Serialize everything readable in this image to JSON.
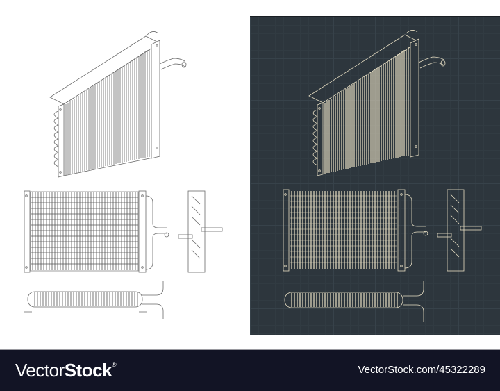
{
  "image": {
    "subject": "Radiator heat exchanger blueprint drawings",
    "panels": [
      {
        "name": "light",
        "background": "#ffffff",
        "line_color": "#6a6a6a",
        "views": [
          "isometric",
          "front",
          "side",
          "top"
        ]
      },
      {
        "name": "dark",
        "background": "#2d363d",
        "line_color": "#e8dfc4",
        "grid_color": "#37424a",
        "views": [
          "isometric",
          "front",
          "side",
          "top"
        ]
      }
    ]
  },
  "footer": {
    "brand_thin": "Vector",
    "brand_bold": "Stock",
    "brand_mark": "®",
    "url": "VectorStock.com/45322289",
    "background": "#121425"
  }
}
